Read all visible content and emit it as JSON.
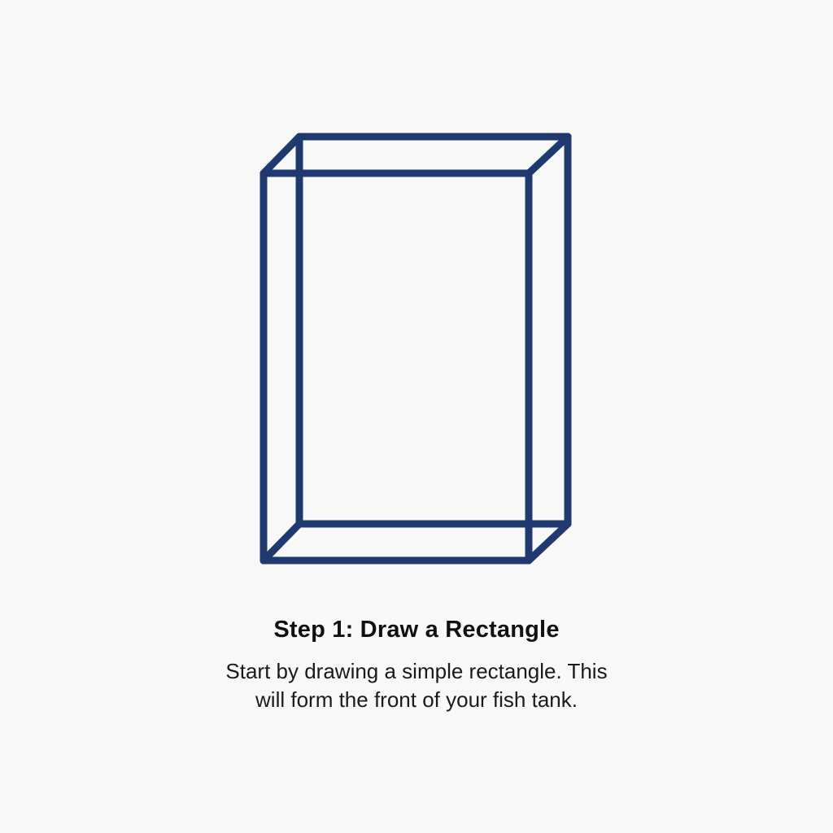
{
  "figure": {
    "icon": "rectangular-prism-outline",
    "stroke_color": "#1f3a6e"
  },
  "step": {
    "title": "Step 1: Draw a Rectangle",
    "description_line1": "Start by drawing a simple rectangle. This",
    "description_line2": "will form the front of your fish tank."
  },
  "colors": {
    "background": "#f8f8f8",
    "text": "#111111"
  }
}
